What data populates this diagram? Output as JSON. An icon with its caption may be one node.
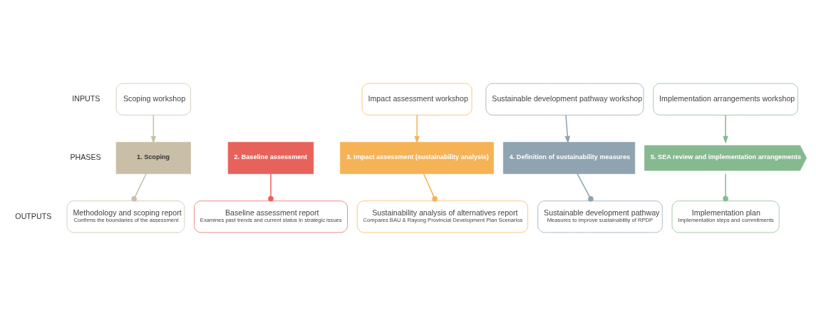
{
  "diagram": {
    "nodes": [
      {
        "text": [
          "Scoping workshop"
        ]
      },
      {
        "text": [
          "Impact assessment workshop"
        ]
      },
      {
        "text": [
          "Sustainable development pathway workshop"
        ]
      },
      {
        "text": [
          "Implementation arrangements workshop"
        ]
      },
      {
        "text": [
          "1. Scoping"
        ]
      },
      {
        "text": [
          "2. Baseline assessment"
        ]
      },
      {
        "text": [
          "3. Impact assessment (sustainability analysis)"
        ]
      },
      {
        "text": [
          "4. Definition of sustainability measures"
        ]
      },
      {
        "text": [
          "5. SEA review and implementation arrangements"
        ]
      },
      {
        "text": [
          "Methodology and scoping report",
          "Confirms the boundaries of the assessment"
        ]
      },
      {
        "text": [
          "Baseline assessment report",
          "Examines past trends and current status in strategic issues"
        ]
      },
      {
        "text": [
          "Sustainability analysis of alternatives report",
          "Compares BAU & Rayong Provincial Development Plan Scenarios"
        ]
      },
      {
        "text": [
          "Sustainable development pathway",
          "Measures to improve sustainability of RPDP"
        ]
      },
      {
        "text": [
          "Implementation plan",
          "Implementation steps and commitments"
        ]
      }
    ],
    "edges": [
      {
        "from": 0,
        "to": 4,
        "arrow": "to",
        "color": "#c9bfa8"
      },
      {
        "from": 1,
        "to": 6,
        "arrow": "to",
        "color": "#f5b356"
      },
      {
        "from": 2,
        "to": 7,
        "arrow": "to",
        "color": "#8fa3b1"
      },
      {
        "from": 3,
        "to": 8,
        "arrow": "to",
        "color": "#86b98f"
      },
      {
        "from": 4,
        "to": 9,
        "arrow": "other",
        "color": "#c9bfa8"
      },
      {
        "from": 5,
        "to": 10,
        "arrow": "other",
        "color": "#e8625c"
      },
      {
        "from": 6,
        "to": 11,
        "arrow": "other",
        "color": "#f5b356"
      },
      {
        "from": 7,
        "to": 12,
        "arrow": "other",
        "color": "#8fa3b1"
      },
      {
        "from": 8,
        "to": 13,
        "arrow": "other",
        "color": "#86b98f"
      }
    ],
    "labels": [
      "INPUTS",
      "PHASES",
      "OUTPUTS"
    ]
  }
}
